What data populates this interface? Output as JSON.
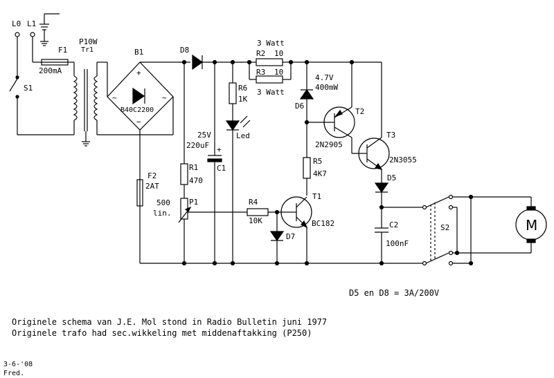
{
  "labels": {
    "L0": "L0",
    "L1": "L1",
    "S1": "S1",
    "F1": "F1",
    "F1_val": "200mA",
    "Tr_power": "P10W",
    "Tr": "Tr1",
    "B1": "B1",
    "B1_type": "B40C2200",
    "D8": "D8",
    "R2": "R2",
    "R2_val": "10",
    "R2_watt": "3 Watt",
    "R3": "R3",
    "R3_val": "10",
    "R3_watt": "3 Watt",
    "R6": "R6",
    "R6_val": "1K",
    "Led": "Led",
    "D6": "D6",
    "D6_v": "4.7V",
    "D6_p": "400mW",
    "T2": "T2",
    "T2_type": "2N2905",
    "T3": "T3",
    "T3_type": "2N3055",
    "C1_v": "25V",
    "C1_val": "220uF",
    "C1": "C1",
    "R5": "R5",
    "R5_val": "4K7",
    "D5": "D5",
    "F2": "F2",
    "F2_val": "2AT",
    "R1": "R1",
    "R1_val": "470",
    "P1_val": "500",
    "P1_lin": "lin.",
    "P1": "P1",
    "R4": "R4",
    "R4_val": "10K",
    "T1": "T1",
    "T1_type": "BC182",
    "D7": "D7",
    "C2": "C2",
    "C2_val": "100nF",
    "S2": "S2",
    "M": "M",
    "tilde1": "~",
    "tilde2": "~",
    "plus": "+",
    "minus": "−",
    "cap_plus": "+"
  },
  "notes": {
    "diode_rating": "D5 en D8 = 3A/200V",
    "line1": "Originele schema van J.E. Mol stond in Radio Bulletin  juni 1977",
    "line2": "Originele trafo had sec.wikkeling met middenaftakking (P250)",
    "date": "3-6-'08",
    "author": "Fred."
  }
}
